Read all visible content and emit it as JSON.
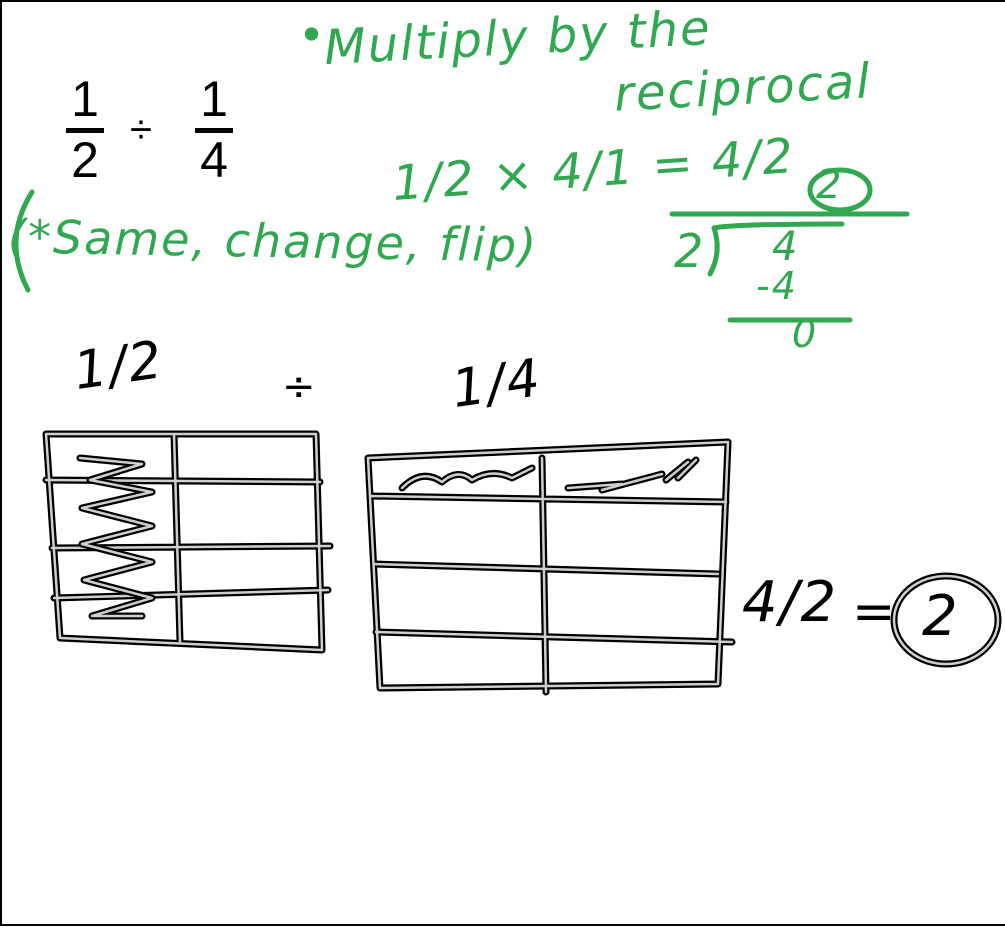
{
  "problem": {
    "left_numerator": "1",
    "left_denominator": "2",
    "operator": "÷",
    "right_numerator": "1",
    "right_denominator": "4"
  },
  "notes": {
    "multiply_line1": "Multiply by the",
    "multiply_line2": "reciprocal",
    "rule": "(*Same, change, flip)"
  },
  "work": {
    "equation": "1/2 × 4/1 = 4/2",
    "answer_circled": "2",
    "division_divisor": "2",
    "division_dividend": "4",
    "division_subtract": "-4",
    "division_remainder": "0"
  },
  "model": {
    "left_label": "1/2",
    "divide_sign": "÷",
    "right_label": "1/4",
    "result_fraction": "4/2",
    "result_equals": "=",
    "result_answer": "2"
  },
  "colors": {
    "ink_green": "#2fa84f",
    "ink_black": "#000000",
    "background": "#ffffff"
  }
}
